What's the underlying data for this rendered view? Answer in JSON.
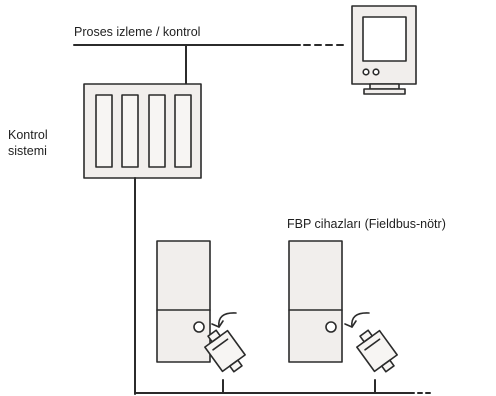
{
  "labels": {
    "bus_top": "Proses izleme / kontrol",
    "control_line1": "Kontrol",
    "control_line2": "sistemi",
    "devices": "FBP cihazları (Fieldbus-nötr)"
  },
  "colors": {
    "stroke": "#2b2b2b",
    "fill": "#f1eeec",
    "background": "#ffffff"
  }
}
